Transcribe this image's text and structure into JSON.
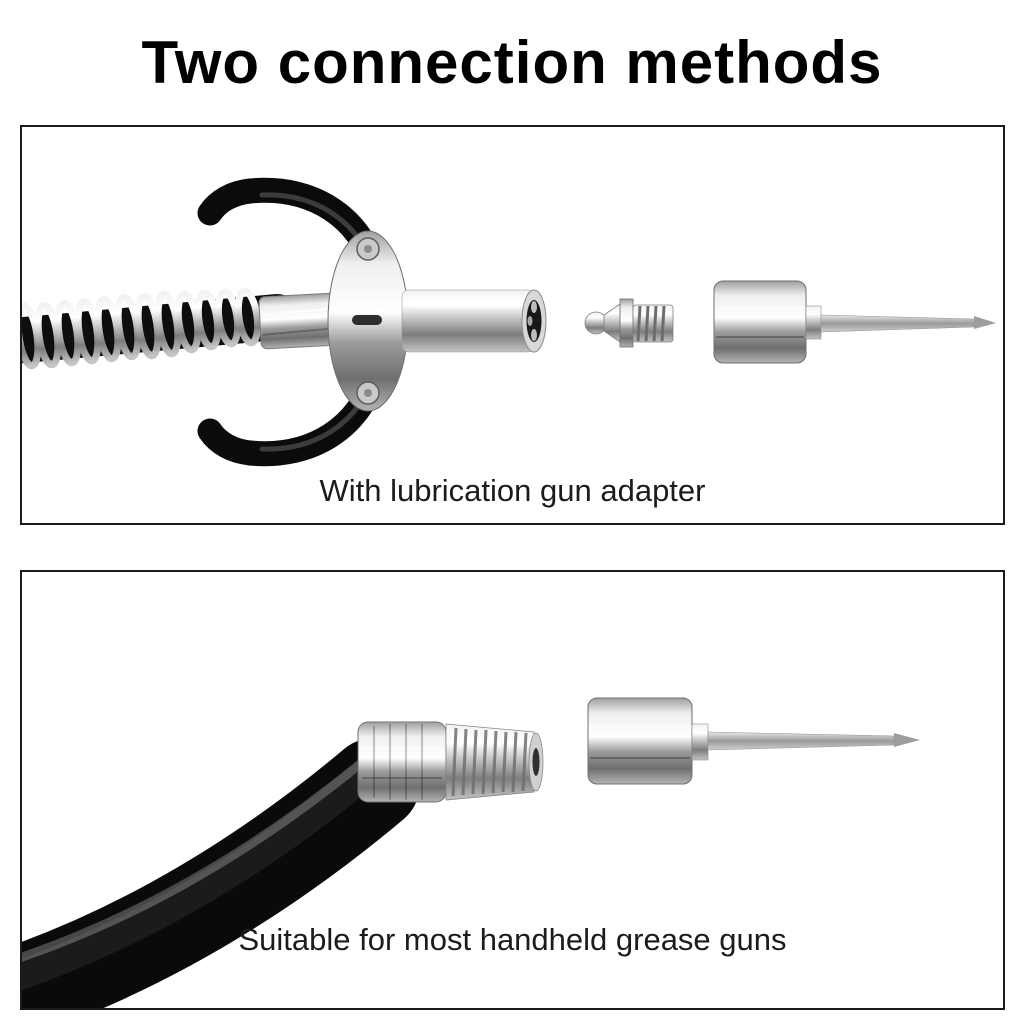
{
  "page": {
    "title": "Two connection methods",
    "background_color": "#ffffff",
    "text_color": "#000000",
    "panel_border_color": "#1a1a1a"
  },
  "panels": [
    {
      "caption": "With lubrication gun adapter",
      "illustration": "quick-connect-coupler-with-spring-hose, grease-zerk-fitting, needle-nozzle-adapter"
    },
    {
      "caption": "Suitable for most handheld grease guns",
      "illustration": "black-rubber-hose-with-threaded-male-fitting, needle-nozzle-adapter"
    }
  ]
}
